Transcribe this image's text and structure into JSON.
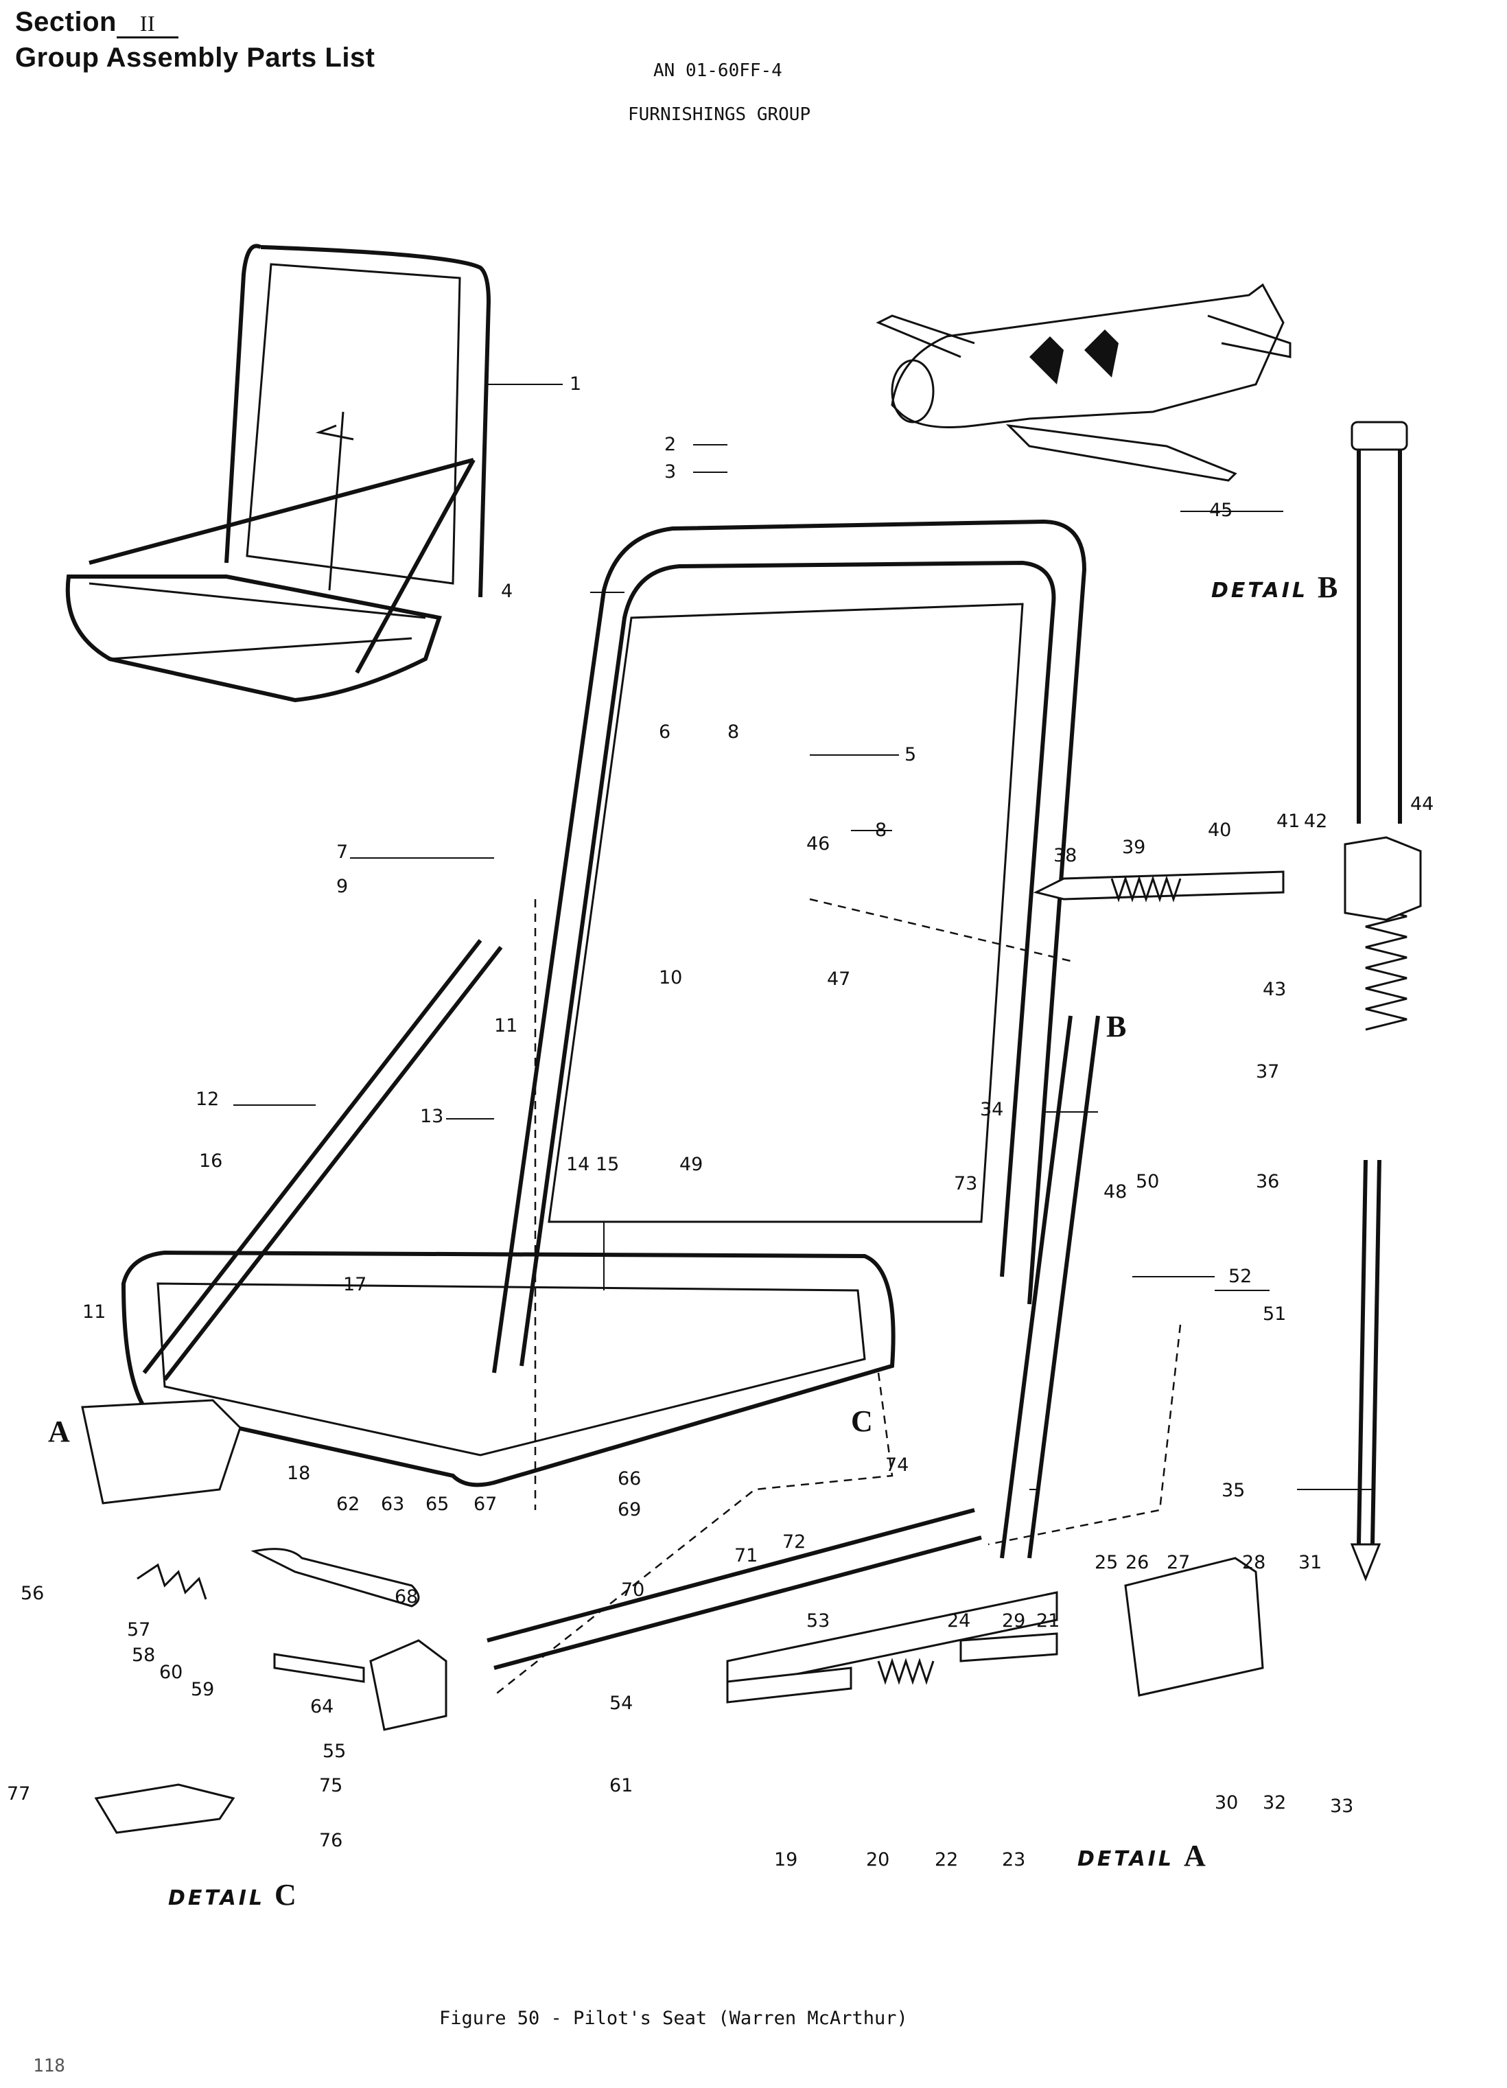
{
  "header": {
    "section_label": "Section",
    "section_number": "II",
    "group_title": "Group Assembly Parts List",
    "document_number": "AN 01-60FF-4",
    "group_name": "FURNISHINGS GROUP"
  },
  "details": [
    {
      "prefix": "DETAIL",
      "letter": "B"
    },
    {
      "prefix": "DETAIL",
      "letter": "A"
    },
    {
      "prefix": "DETAIL",
      "letter": "C"
    }
  ],
  "ref_letters": [
    "A",
    "B",
    "C"
  ],
  "callouts": [
    "1",
    "2",
    "3",
    "4",
    "5",
    "6",
    "7",
    "8",
    "8",
    "9",
    "10",
    "11",
    "11",
    "12",
    "13",
    "14",
    "15",
    "16",
    "17",
    "18",
    "19",
    "20",
    "21",
    "22",
    "23",
    "24",
    "25",
    "26",
    "27",
    "28",
    "29",
    "30",
    "31",
    "32",
    "33",
    "34",
    "35",
    "36",
    "37",
    "38",
    "39",
    "40",
    "41",
    "42",
    "43",
    "44",
    "45",
    "46",
    "47",
    "48",
    "49",
    "50",
    "51",
    "52",
    "53",
    "54",
    "55",
    "56",
    "57",
    "58",
    "59",
    "60",
    "61",
    "62",
    "63",
    "64",
    "65",
    "66",
    "67",
    "68",
    "69",
    "70",
    "71",
    "72",
    "73",
    "74",
    "75",
    "76",
    "77"
  ],
  "caption": "Figure 50 - Pilot's Seat (Warren McArthur)",
  "page_number": "118"
}
